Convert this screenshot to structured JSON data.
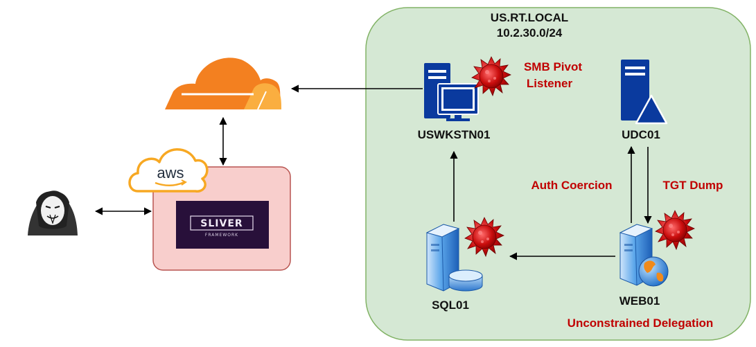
{
  "network": {
    "domain": "US.RT.LOCAL",
    "subnet": "10.2.30.0/24"
  },
  "hosts": {
    "workstation": "USWKSTN01",
    "dc": "UDC01",
    "sql": "SQL01",
    "web": "WEB01"
  },
  "annotations": {
    "smb_line1": "SMB Pivot",
    "smb_line2": "Listener",
    "auth_coercion": "Auth Coercion",
    "tgt_dump": "TGT Dump",
    "unconstrained": "Unconstrained Delegation"
  },
  "cloud": {
    "aws_logo": "aws",
    "sliver_logo": "SLIVER",
    "sliver_sub": "FRAMEWORK"
  },
  "icons": [
    "cloudflare-cloud-icon",
    "aws-cloud-icon",
    "sliver-logo",
    "hacker-icon",
    "workstation-icon",
    "domain-controller-icon",
    "sql-server-icon",
    "web-server-icon",
    "compromised-virus-icon"
  ],
  "colors": {
    "network_fill": "#d5e8d4",
    "network_stroke": "#82b366",
    "c2_fill": "#f8cecc",
    "c2_stroke": "#b85450",
    "cloudflare": "#f38020",
    "annotation": "#c00000",
    "server_blue": "#0a3a9e"
  }
}
